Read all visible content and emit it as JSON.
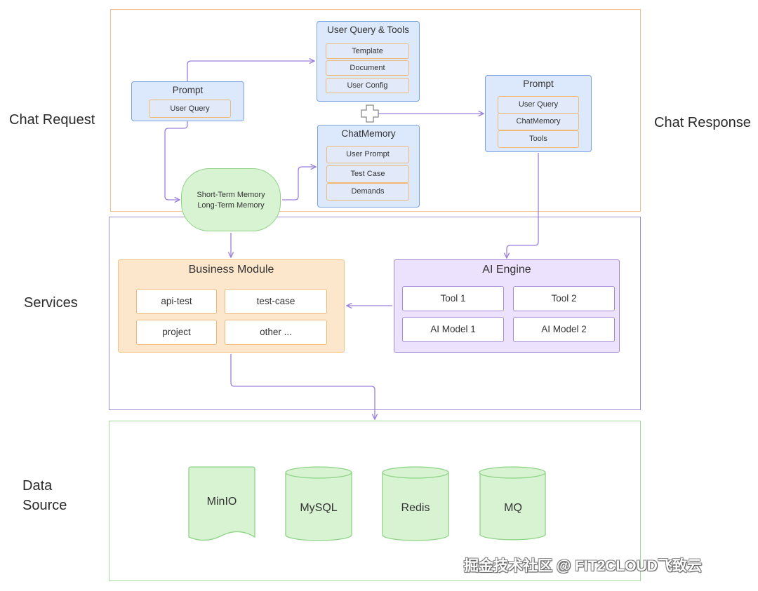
{
  "layers": {
    "chat_request": "Chat Request",
    "chat_response": "Chat Response",
    "services": "Services",
    "data_source_line1": "Data",
    "data_source_line2": "Source"
  },
  "prompt_in": {
    "title": "Prompt",
    "items": [
      "User Query"
    ]
  },
  "user_query_tools": {
    "title": "User Query & Tools",
    "items": [
      "Template",
      "Document",
      "User Config"
    ]
  },
  "chat_memory": {
    "title": "ChatMemory",
    "items": [
      "User Prompt",
      "Test Case",
      "Demands"
    ]
  },
  "prompt_out": {
    "title": "Prompt",
    "items": [
      "User Query",
      "ChatMemory",
      "Tools"
    ]
  },
  "memory": {
    "line1": "Short-Term Memory",
    "line2": "Long-Term Memory"
  },
  "business_module": {
    "title": "Business Module",
    "items": [
      "api-test",
      "test-case",
      "project",
      "other ..."
    ]
  },
  "ai_engine": {
    "title": "AI Engine",
    "items": [
      "Tool 1",
      "Tool 2",
      "AI Model 1",
      "AI Model 2"
    ]
  },
  "data_sources": [
    "MinIO",
    "MySQL",
    "Redis",
    "MQ"
  ],
  "watermark": "掘金技术社区 @ FIT2CLOUD飞致云",
  "colors": {
    "request_border": "#f0c088",
    "services_border": "#a58fd8",
    "datasource_border": "#9fdd98",
    "connector": "#9b7fdc"
  }
}
